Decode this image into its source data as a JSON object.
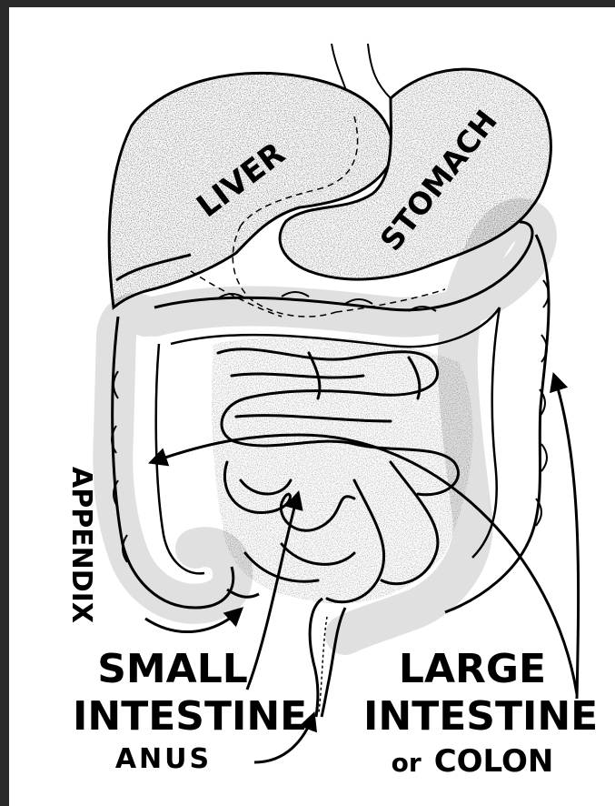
{
  "labels": {
    "liver": "LIVER",
    "stomach": "STOMACH",
    "appendix": "APPENDIX",
    "small_intestine_line1": "SMALL",
    "small_intestine_line2": "INTESTINE",
    "anus": "ANUS",
    "large_intestine_line1": "LARGE",
    "large_intestine_line2": "INTESTINE",
    "large_intestine_or": "or",
    "large_intestine_colon": "COLON"
  },
  "colors": {
    "ink": "#000000",
    "paper": "#ffffff",
    "border": "#2a2a2a"
  }
}
